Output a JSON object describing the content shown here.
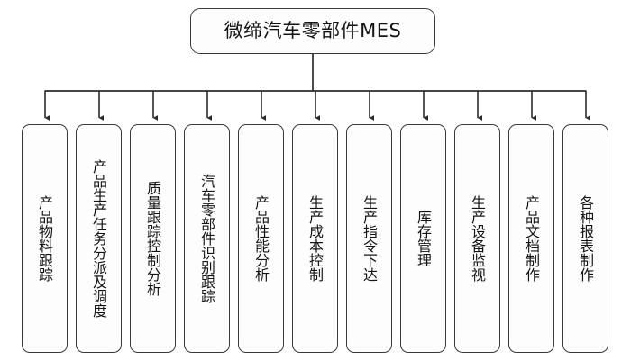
{
  "diagram": {
    "type": "tree",
    "orientation": "top-down",
    "root": {
      "label": "微缔汽车零部件MES",
      "shape": "rounded-rectangle"
    },
    "children": [
      {
        "label": "产品物料跟踪"
      },
      {
        "label": "产品生产任务分派及调度"
      },
      {
        "label": "质量跟踪控制分析"
      },
      {
        "label": "汽车零部件识别跟踪"
      },
      {
        "label": "产品性能分析"
      },
      {
        "label": "生产成本控制"
      },
      {
        "label": "生产指令下达"
      },
      {
        "label": "库存管理"
      },
      {
        "label": "生产设备监视"
      },
      {
        "label": "产品文档制作"
      },
      {
        "label": "各种报表制作"
      }
    ],
    "colors": {
      "background": "#ffffff",
      "node_fill": "#fdfdfd",
      "node_border": "#3a3a3a",
      "connector": "#2b2b2b",
      "text": "#141414"
    }
  }
}
